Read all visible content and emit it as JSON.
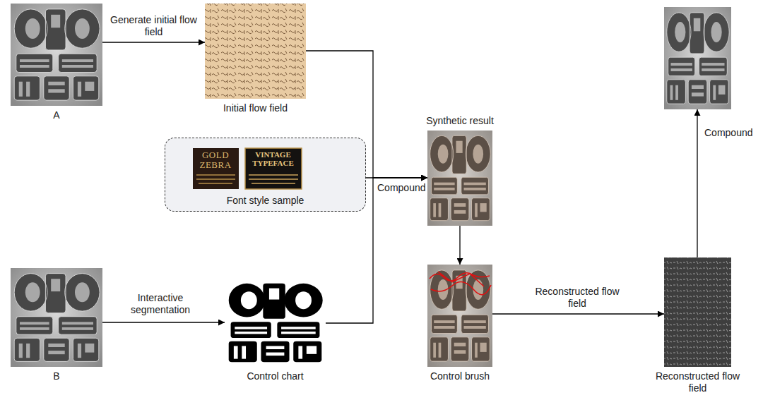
{
  "diagram": {
    "nodes": [
      {
        "text": [
          "A"
        ]
      },
      {
        "text": [
          "Initial flow field"
        ]
      },
      {
        "text": [
          "Font style sample"
        ]
      },
      {
        "text": [
          "GOLD ZEBRA"
        ],
        "in": 2
      },
      {
        "text": [
          "VINTAGE TYPEFACE"
        ],
        "in": 2
      },
      {
        "text": [
          "B"
        ]
      },
      {
        "text": [
          "Control chart"
        ]
      },
      {
        "text": [
          "Synthetic result"
        ]
      },
      {
        "text": [
          "Control brush"
        ]
      },
      {
        "text": [
          "Reconstructed flow field"
        ]
      },
      {
        "text": []
      }
    ],
    "edges": [
      {
        "from": 0,
        "to": 1,
        "arrow": "to",
        "label": "Generate initial flow field"
      },
      {
        "from": 5,
        "to": 6,
        "arrow": "to",
        "label": "Interactive segmentation"
      },
      {
        "from": 1,
        "to": 7,
        "arrow": "to"
      },
      {
        "from": 2,
        "to": 7,
        "arrow": "to",
        "label": "Compound"
      },
      {
        "from": 6,
        "to": 7,
        "arrow": "to"
      },
      {
        "from": 7,
        "to": 8,
        "arrow": "to"
      },
      {
        "from": 8,
        "to": 9,
        "arrow": "to",
        "label": "Reconstructed flow field"
      },
      {
        "from": 9,
        "to": 10,
        "arrow": "to",
        "label": "Compound"
      }
    ]
  }
}
